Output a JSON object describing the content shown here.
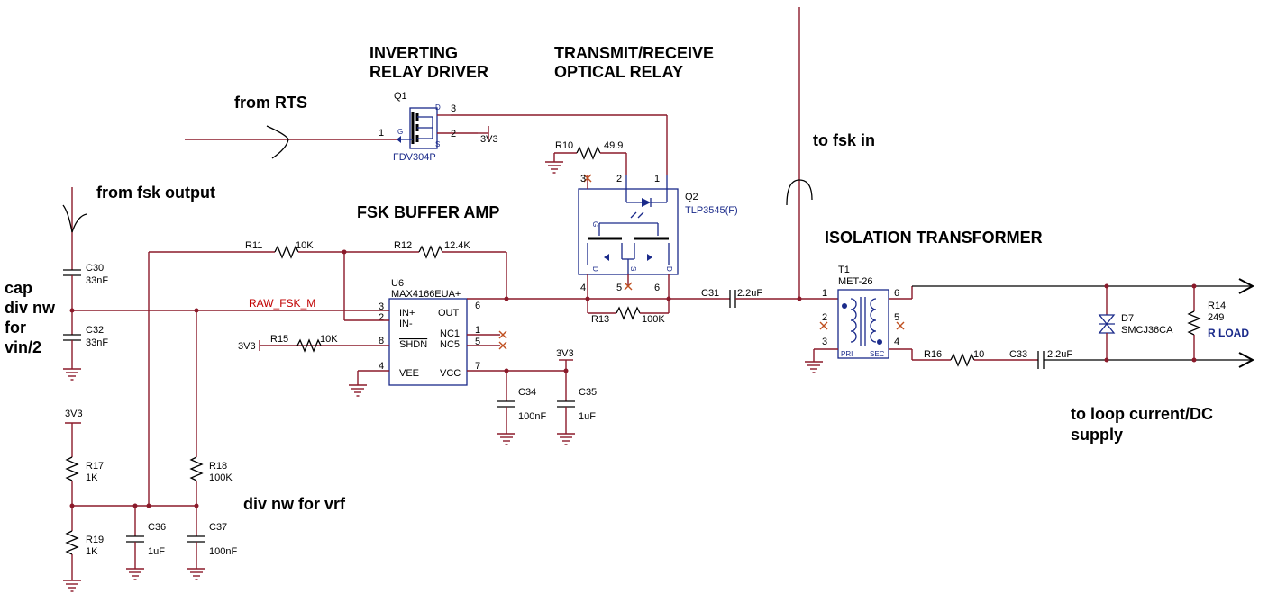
{
  "annotations": {
    "inverting_relay_driver": [
      "INVERTING",
      "RELAY DRIVER"
    ],
    "transmit_receive": [
      "TRANSMIT/RECEIVE",
      "OPTICAL RELAY"
    ],
    "from_rts": "from RTS",
    "to_fsk_in": "to fsk in",
    "from_fsk_output": "from fsk output",
    "fsk_buffer_amp": "FSK BUFFER AMP",
    "isolation_transformer": "ISOLATION TRANSFORMER",
    "cap_div": [
      "cap",
      "div nw",
      "for",
      "vin/2"
    ],
    "div_nw_vrf": "div nw for vrf",
    "to_loop": [
      "to loop current/DC",
      "supply"
    ]
  },
  "components": {
    "q1": {
      "ref": "Q1",
      "part": "FDV304P",
      "pins": {
        "p1": "1",
        "p2": "2",
        "p3": "3"
      },
      "pin_letters": {
        "g": "G",
        "d": "D",
        "s": "S"
      }
    },
    "q2": {
      "ref": "Q2",
      "part": "TLP3545(F)",
      "pins": {
        "p1": "1",
        "p2": "2",
        "p3": "3",
        "p4": "4",
        "p5": "5",
        "p6": "6"
      },
      "pin_letters": {
        "g": "G",
        "d1": "D",
        "s": "S",
        "d2": "D"
      }
    },
    "u6": {
      "ref": "U6",
      "part": "MAX4166EUA+",
      "pins": {
        "inp": "IN+",
        "inn": "IN-",
        "out": "OUT",
        "shdn": "SHDN",
        "nc1": "NC1",
        "nc5": "NC5",
        "vee": "VEE",
        "vcc": "VCC"
      },
      "pin_numbers": {
        "n3": "3",
        "n2": "2",
        "n6": "6",
        "n8": "8",
        "n1": "1",
        "n5": "5",
        "n4": "4",
        "n7": "7"
      }
    },
    "t1": {
      "ref": "T1",
      "part": "MET-26",
      "pri": "PRI",
      "sec": "SEC",
      "pins": {
        "p1": "1",
        "p2": "2",
        "p3": "3",
        "p4": "4",
        "p5": "5",
        "p6": "6"
      }
    },
    "d7": {
      "ref": "D7",
      "part": "SMCJ36CA"
    },
    "r10": {
      "ref": "R10",
      "value": "49.9"
    },
    "r11": {
      "ref": "R11",
      "value": "10K"
    },
    "r12": {
      "ref": "R12",
      "value": "12.4K"
    },
    "r13": {
      "ref": "R13",
      "value": "100K"
    },
    "r14": {
      "ref": "R14",
      "value": "249",
      "note": "R LOAD"
    },
    "r15": {
      "ref": "R15",
      "value": "10K"
    },
    "r16": {
      "ref": "R16",
      "value": "10"
    },
    "r17": {
      "ref": "R17",
      "value": "1K"
    },
    "r18": {
      "ref": "R18",
      "value": "100K"
    },
    "r19": {
      "ref": "R19",
      "value": "1K"
    },
    "c30": {
      "ref": "C30",
      "value": "33nF"
    },
    "c31": {
      "ref": "C31",
      "value": "2.2uF"
    },
    "c32": {
      "ref": "C32",
      "value": "33nF"
    },
    "c33": {
      "ref": "C33",
      "value": "2.2uF"
    },
    "c34": {
      "ref": "C34",
      "value": "100nF"
    },
    "c35": {
      "ref": "C35",
      "value": "1uF"
    },
    "c36": {
      "ref": "C36",
      "value": "1uF"
    },
    "c37": {
      "ref": "C37",
      "value": "100nF"
    }
  },
  "nets": {
    "v3v3": "3V3",
    "raw_fsk": "RAW_FSK_M"
  }
}
